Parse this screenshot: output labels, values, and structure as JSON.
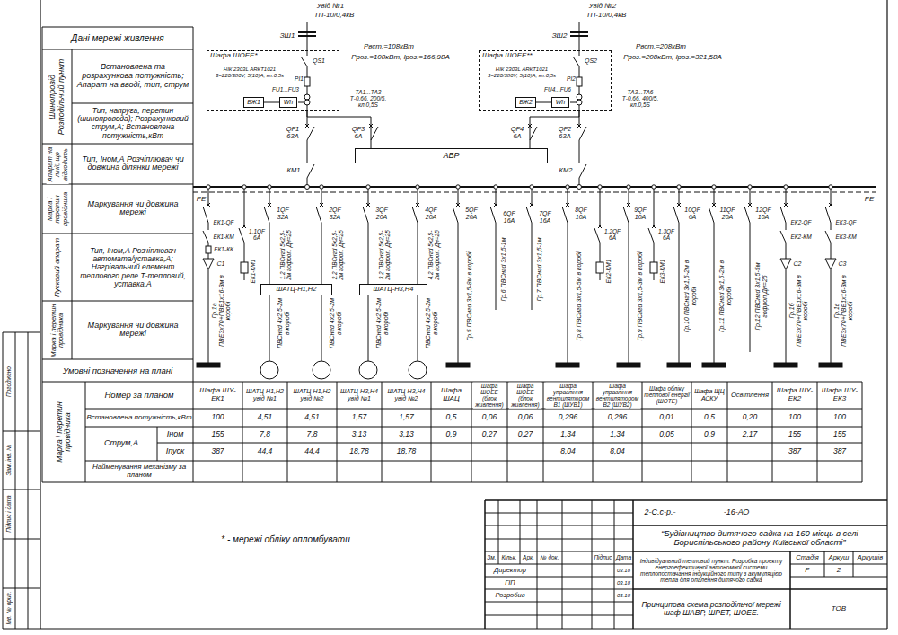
{
  "diagram": {
    "nodes": [
      {
        "text": [
          "Шафа ШОЕЕ*"
        ]
      },
      {
        "text": [
          "БЖ1"
        ],
        "in": 0
      },
      {
        "text": [
          "Wh"
        ],
        "in": 0
      },
      {
        "text": [
          "Шафа ШОЕЕ**"
        ]
      },
      {
        "text": [
          "БЖ2"
        ],
        "in": 3
      },
      {
        "text": [
          "Wh"
        ],
        "in": 3
      },
      {
        "text": [
          "АВР"
        ]
      },
      {
        "text": [
          "ШАТЦ-Н1,Н2"
        ]
      },
      {
        "text": [
          "ШАТЦ-Н3,Н4"
        ]
      }
    ],
    "edges": [
      {
        "from": 0,
        "to": 6,
        "arrow": "none"
      },
      {
        "from": 3,
        "to": 6,
        "arrow": "none"
      },
      {
        "from": 1,
        "to": 2,
        "arrow": "none"
      },
      {
        "from": 4,
        "to": 5,
        "arrow": "none"
      }
    ],
    "labels": [
      "Дані мережі живлення",
      "Шинопровід Розподільчий пункт",
      "Встановлена та розрахункова потужність; Апарат на вводі, тип, струм",
      "Тип, напруга, перетин (шинопровода); Розрахунковий струм,А; Встановлена потужність,кВт",
      "Апарат на лінії, що відходить",
      "Тип, Iном,А Розчіплювач чи довжина ділянки мережі",
      "Марка і перетин провідника",
      "Маркування чи довжина мережі",
      "Пусковий апарат",
      "Тип, Iном,А Розчіплювач автомата/уставка,А; Нагрівальний елемент теплового реле Т-тепловий, уставка,А",
      "Марка і перетин провідника",
      "Маркування чи довжина мережі",
      "Умовні позначення на плані",
      "Марка і перетин провідника",
      "Номер за планом",
      "Встановлена потужність,кВт",
      "Струм,А",
      "Iном",
      "Iпуск",
      "Найменування механізму за планом",
      "Шафа ШУ-ЕК1",
      "ШАТЦ-Н1,Н2 увід №1",
      "ШАТЦ-Н1,Н2 увід №2",
      "ШАТЦ-Н3,Н4 увід №1",
      "ШАТЦ-Н3,Н4 увід №2",
      "Шафа ШАЦ",
      "Шафа ШОЕЕ (блок живлення)",
      "Шафа ШОЕЕ (блок живлення)",
      "Шафа управління вентилятором В1 (ШУВ1)",
      "Шафа управління вентилятором В2 (ШУВ2)",
      "Шафа обліку теплової енергії (ШОТЕ)",
      "Шафа ЩЦ АСКУ",
      "Освітлення",
      "Шафа ШУ-ЕК2",
      "Шафа ШУ-ЕК3",
      "100",
      "4,51",
      "4,51",
      "1,57",
      "1,57",
      "0,5",
      "0,06",
      "0,06",
      "0,296",
      "0,296",
      "0,01",
      "0,5",
      "0,20",
      "100",
      "100",
      "155",
      "7,8",
      "7,8",
      "3,13",
      "3,13",
      "0,9",
      "0,27",
      "0,27",
      "1,34",
      "1,34",
      "0,05",
      "0,9",
      "2,17",
      "155",
      "155",
      "387",
      "44,4",
      "44,4",
      "18,78",
      "18,78",
      "8,04",
      "8,04",
      "387",
      "387",
      "Увід №1",
      "ТП-10/0,4кВ",
      "ЗШ1",
      "Рвст.=108кВт",
      "Рроз.=108кВт, Iроз.=166,98А",
      "QS1",
      "РІ1",
      "FU1...FU3",
      "НІК 2303L АRКТ1021 3~220/380V, 5(10)А, кл.0,5s",
      "ТА1...ТА3 Т-0,66, 200/5, кл.0,5S",
      "Увід №2",
      "ТП-10/0,4кВ",
      "ЗШ2",
      "Рвст.=208кВт",
      "Рроз.=208кВт, Iроз.=321,58А",
      "QS2",
      "РІ2",
      "FU4...FU6",
      "НІК 2303L АRКТ1021 3~220/380V, 5(10)А, кл.0,5s",
      "ТА3...ТА6 Т-0,66, 400/5, кл.0,5S",
      "QF1 63А",
      "QF3 6А",
      "QF4 6А",
      "QF2 63А",
      "КМ1",
      "КМ2",
      "PE",
      "PE",
      "1.1QF 6А",
      "ЕК1-QF",
      "ЕК1-КМ",
      "ЕК1-КК",
      "С1",
      "ЕК1-КМ1",
      "Гр.1а ПВЕ3х70+ПВЕ1х16-3м в коробі",
      "1QF 32А",
      "1.2 ПВСнгd 5х2,5-2м гофроп. Дн=25",
      "ПВСнгd 4х2,5-2м в коробі",
      "2QF 32А",
      "2.2 ПВСнгd 5х2,5-2м гофроп. Дн=25",
      "ПВСнгd 4х2,5-2м в коробі",
      "3QF 20А",
      "3.2 ПВСнгd 5х2,5-2м гофроп. Дн=25",
      "ПВСнгd 4х2,5-2м в коробі",
      "4QF 20А",
      "4.2 ПВСнгd 5х2,5-2м гофроп. Дн=25",
      "ПВСнгd 4х2,5-2м в коробі",
      "5QF 20А",
      "Гр.5 ПВСнгd 3х1,5-8м в коробі",
      "6QF 16А",
      "Гр.6 ПВСнгd 3х1,5-1м",
      "7QF 16А",
      "Гр.7 ПВСнгd 3х1,5-1м",
      "8QF 10А",
      "Гр.8 ПВСнгd 3х1,5-5м в коробі",
      "1.2QF 6А",
      "ЕК2-КМ1",
      "9QF 10А",
      "Гр.9 ПВСнгd 3х1,5-3м в коробі",
      "1.3QF 6А",
      "ЕК3-КМ1",
      "10QF 6А",
      "Гр.10 ПВСнгd 3х1,5-2м в коробі",
      "11QF 20А",
      "Гр.11 ПВСнгd 3х1,5-2м в коробі",
      "12QF 10А",
      "Гр.12 ПВСнгd 3х1,5-5м гофроп Дн=25",
      "ЕК2-QF",
      "ЕК2-КМ",
      "С2",
      "Гр.1б ПВЕ3х70+ПВЕ1х16-3м в коробі",
      "ЕК3-QF",
      "ЕК3-КМ",
      "С3",
      "Гр.1в ПВЕ3х70+ПВЕ1х16-3м в коробі",
      "* - мережі обліку опломбувати",
      "2-С.с-р.-",
      "-16-АО",
      "“Будівництво дитячого садка на 160 місць в селі Бориспільського району Київської області”",
      "Зм.",
      "Кільк.",
      "Арк.",
      "№ док.",
      "Підпис",
      "Дата",
      "Директор",
      "03.18",
      "ГІП",
      "03.18",
      "Розробив",
      "03.18",
      "Індивідуальний тепловий пункт. Розробка проекту енергоефективної автономної системи теплопостачання індукційного типу з акумуляцією тепла для опалення дитячого садка",
      "Стадія",
      "Аркуш",
      "Аркушів",
      "Р",
      "2",
      "Принципова схема розподільчої мережі шаф ШАВР, ШРЕТ, ШОЕЕ.",
      "ТОВ",
      "Погоджено",
      "Зам. інв. №",
      "Підпис і дата",
      "Інв. № ориг."
    ]
  }
}
